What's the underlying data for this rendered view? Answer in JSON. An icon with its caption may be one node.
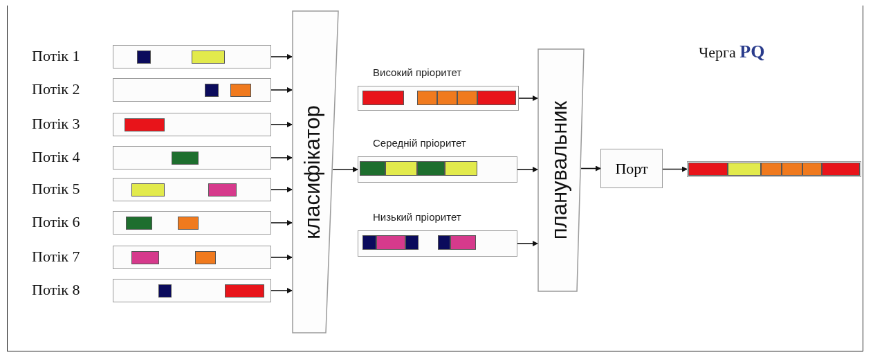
{
  "diagram": {
    "nodes": [
      {
        "text": [
          "Потік 1"
        ]
      },
      {
        "text": [
          "Потік 2"
        ]
      },
      {
        "text": [
          "Потік 3"
        ]
      },
      {
        "text": [
          "Потік 4"
        ]
      },
      {
        "text": [
          "Потік 5"
        ]
      },
      {
        "text": [
          "Потік 6"
        ]
      },
      {
        "text": [
          "Потік 7"
        ]
      },
      {
        "text": [
          "Потік 8"
        ]
      },
      {
        "text": [
          "класифікатор"
        ]
      },
      {
        "text": [
          "Високий пріоритет"
        ]
      },
      {
        "text": [
          "Середній пріоритет"
        ]
      },
      {
        "text": [
          "Низький пріоритет"
        ]
      },
      {
        "text": [
          "планувальник"
        ]
      },
      {
        "text": [
          "Порт"
        ]
      },
      {
        "text": [],
        "shape": "bar"
      }
    ],
    "edges": [
      {
        "from": 0,
        "to": 8,
        "arrow": "to"
      },
      {
        "from": 1,
        "to": 8,
        "arrow": "to"
      },
      {
        "from": 2,
        "to": 8,
        "arrow": "to"
      },
      {
        "from": 3,
        "to": 8,
        "arrow": "to"
      },
      {
        "from": 4,
        "to": 8,
        "arrow": "to"
      },
      {
        "from": 5,
        "to": 8,
        "arrow": "to"
      },
      {
        "from": 6,
        "to": 8,
        "arrow": "to"
      },
      {
        "from": 7,
        "to": 8,
        "arrow": "to"
      },
      {
        "from": 8,
        "to": 10,
        "arrow": "to"
      },
      {
        "from": 9,
        "to": 12,
        "arrow": "to"
      },
      {
        "from": 10,
        "to": 12,
        "arrow": "to"
      },
      {
        "from": 11,
        "to": 12,
        "arrow": "to"
      },
      {
        "from": 12,
        "to": 13,
        "arrow": "to"
      },
      {
        "from": 13,
        "to": 14,
        "arrow": "to"
      }
    ],
    "labels": [
      "Черга **PQ**"
    ]
  }
}
